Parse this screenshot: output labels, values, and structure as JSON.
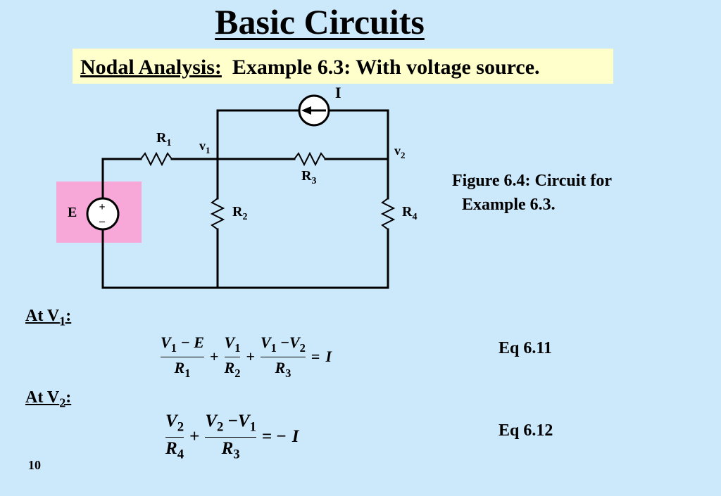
{
  "title": "Basic Circuits",
  "subtitle": {
    "topic": "Nodal Analysis:",
    "text": "Example 6.3: With voltage source."
  },
  "circuit": {
    "labels": {
      "I": "I",
      "R1": "R",
      "R1_sub": "1",
      "R2": "R",
      "R2_sub": "2",
      "R3": "R",
      "R3_sub": "3",
      "R4": "R",
      "R4_sub": "4",
      "v1": "v",
      "v1_sub": "1",
      "v2": "v",
      "v2_sub": "2",
      "E": "E",
      "plus": "+",
      "minus": "–"
    },
    "colors": {
      "source_box": "#f7a8d8",
      "background": "#cce8fb",
      "highlight": "#ffffcc"
    }
  },
  "caption": {
    "line1": "Figure 6.4:  Circuit for",
    "line2": "Example 6.3."
  },
  "node1": {
    "label": "At V",
    "sub": "1",
    "colon": ":"
  },
  "node2": {
    "label": "At V",
    "sub": "2",
    "colon": ":"
  },
  "eq1": {
    "t1_num": "V",
    "t1_num_sub": "1",
    "t1_num_rest": " − E",
    "t1_den": "R",
    "t1_den_sub": "1",
    "t2_num": "V",
    "t2_num_sub": "1",
    "t2_den": "R",
    "t2_den_sub": "2",
    "t3_num_a": "V",
    "t3_num_a_sub": "1",
    "t3_num_op": " −",
    "t3_num_b": "V",
    "t3_num_b_sub": "2",
    "t3_den": "R",
    "t3_den_sub": "3",
    "plus": "+",
    "equals": "=",
    "rhs": "I",
    "ref": "Eq 6.11"
  },
  "eq2": {
    "t1_num": "V",
    "t1_num_sub": "2",
    "t1_den": "R",
    "t1_den_sub": "4",
    "t2_num_a": "V",
    "t2_num_a_sub": "2",
    "t2_num_op": " −",
    "t2_num_b": "V",
    "t2_num_b_sub": "1",
    "t2_den": "R",
    "t2_den_sub": "3",
    "plus": "+",
    "equals": "= −",
    "rhs": "I",
    "ref": "Eq 6.12"
  },
  "page_number": "10"
}
